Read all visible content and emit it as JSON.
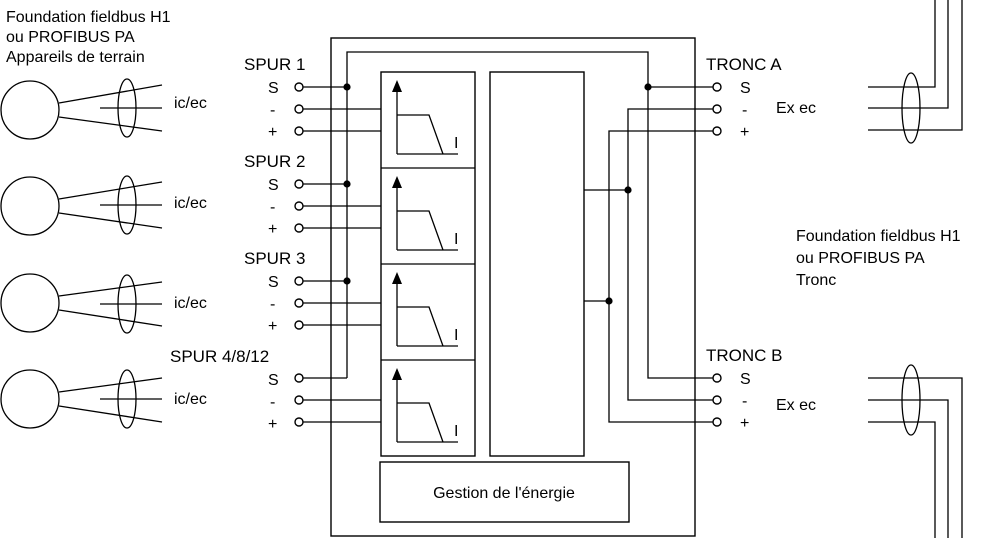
{
  "field_devices": {
    "title_lines": [
      "Foundation fieldbus H1",
      "ou PROFIBUS PA",
      "Appareils de terrain"
    ]
  },
  "spurs": [
    {
      "label": "SPUR 1",
      "protection": "ic/ec",
      "pins": [
        "S",
        "-",
        "+"
      ]
    },
    {
      "label": "SPUR 2",
      "protection": "ic/ec",
      "pins": [
        "S",
        "-",
        "+"
      ]
    },
    {
      "label": "SPUR 3",
      "protection": "ic/ec",
      "pins": [
        "S",
        "-",
        "+"
      ]
    },
    {
      "label": "SPUR 4/8/12",
      "protection": "ic/ec",
      "pins": [
        "S",
        "-",
        "+"
      ]
    }
  ],
  "current_limiter_symbol": "I",
  "power_management_label": "Gestion de l'énergie",
  "trunks": [
    {
      "label": "TRONC A",
      "protection": "Ex ec",
      "pins": [
        "S",
        "-",
        "+"
      ]
    },
    {
      "label": "TRONC B",
      "protection": "Ex ec",
      "pins": [
        "S",
        "-",
        "+"
      ]
    }
  ],
  "trunk_description": {
    "title_lines": [
      "Foundation fieldbus H1",
      "ou PROFIBUS PA",
      "Tronc"
    ]
  }
}
